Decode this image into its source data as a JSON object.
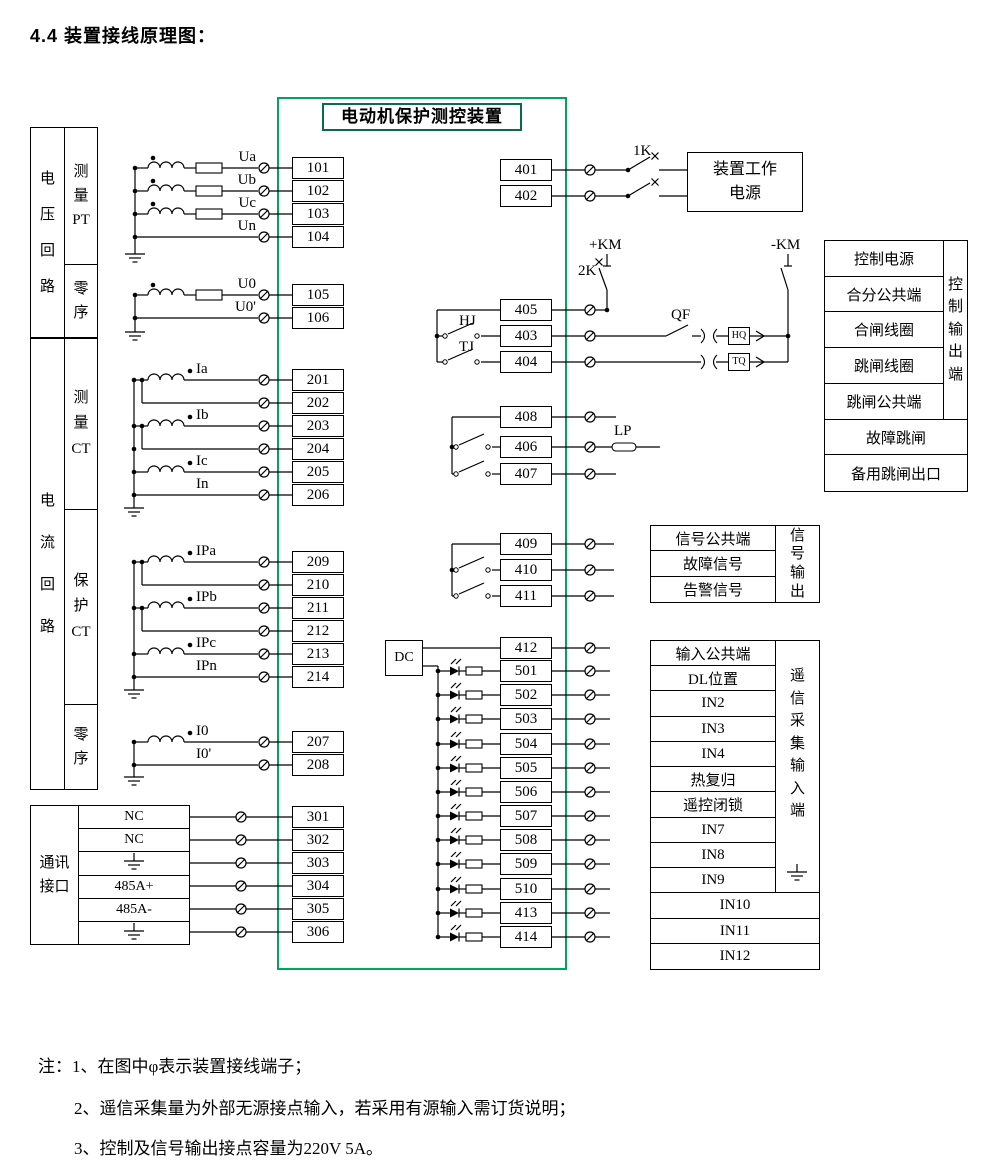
{
  "page_title": "4.4  装置接线原理图：",
  "device_title": "电动机保护测控装置",
  "colors": {
    "device_border": "#00a55a",
    "device_title_border": "#0a6b4a"
  },
  "left_blocks": {
    "voltage": {
      "label": "电压回路",
      "sections": [
        "测量PT",
        "零序"
      ]
    },
    "current": {
      "label": "电流回路",
      "sections": [
        "测量CT",
        "保护CT",
        "零序"
      ]
    },
    "comm": {
      "label": "通讯接口",
      "rows": [
        {
          "text": "NC"
        },
        {
          "text": "NC"
        },
        {
          "icon": "ground-icon"
        },
        {
          "text": "485A+"
        },
        {
          "text": "485A-"
        },
        {
          "icon": "ground-icon"
        }
      ]
    }
  },
  "wire_labels": {
    "pt": [
      "Ua",
      "Ub",
      "Uc",
      "Un"
    ],
    "pt_zero": [
      "U0",
      "U0'"
    ],
    "ct": [
      "Ia",
      "Ib",
      "Ic",
      "In"
    ],
    "ct_protect": [
      "IPa",
      "IPb",
      "IPc",
      "IPn"
    ],
    "ct_zero": [
      "I0",
      "I0'"
    ]
  },
  "terminals": {
    "pt": [
      "101",
      "102",
      "103",
      "104"
    ],
    "pt_zero": [
      "105",
      "106"
    ],
    "ct": [
      "201",
      "202",
      "203",
      "204",
      "205",
      "206"
    ],
    "ct_protect": [
      "209",
      "210",
      "211",
      "212",
      "213",
      "214"
    ],
    "ct_zero": [
      "207",
      "208"
    ],
    "comm": [
      "301",
      "302",
      "303",
      "304",
      "305",
      "306"
    ],
    "power": [
      "401",
      "402"
    ],
    "control_out": [
      "405",
      "403",
      "404"
    ],
    "aux_out": [
      "408",
      "406",
      "407"
    ],
    "signal_out": [
      "409",
      "410",
      "411"
    ],
    "telemetry_in": [
      "412",
      "501",
      "502",
      "503",
      "504",
      "505",
      "506",
      "507",
      "508",
      "509",
      "510",
      "413",
      "414"
    ]
  },
  "annotations": {
    "k1": "1K",
    "k2": "2K",
    "km_pos": "+KM",
    "km_neg": "-KM",
    "qf": "QF",
    "hq": "HQ",
    "tq": "TQ",
    "hj": "HJ",
    "tj": "TJ",
    "lp": "LP",
    "dc": "DC"
  },
  "power_box": {
    "line1": "装置工作",
    "line2": "电源"
  },
  "control_table": {
    "rows": [
      "控制电源",
      "合分公共端",
      "合闸线圈",
      "跳闸线圈",
      "跳闸公共端",
      "故障跳闸",
      "备用跳闸出口"
    ],
    "side_label": "控制输出端"
  },
  "signal_table": {
    "rows": [
      "信号公共端",
      "故障信号",
      "告警信号"
    ],
    "side_label": "信号输出"
  },
  "input_table": {
    "rows": [
      "输入公共端",
      "DL位置",
      "IN2",
      "IN3",
      "IN4",
      "热复归",
      "遥控闭锁",
      "IN7",
      "IN8",
      "IN9",
      "IN10",
      "IN11",
      "IN12"
    ],
    "side_label": "遥信采集输入端"
  },
  "notes": [
    "注：1、在图中φ表示装置接线端子；",
    "2、遥信采集量为外部无源接点输入，若采用有源输入需订货说明；",
    "3、控制及信号输出接点容量为220V 5A。"
  ]
}
